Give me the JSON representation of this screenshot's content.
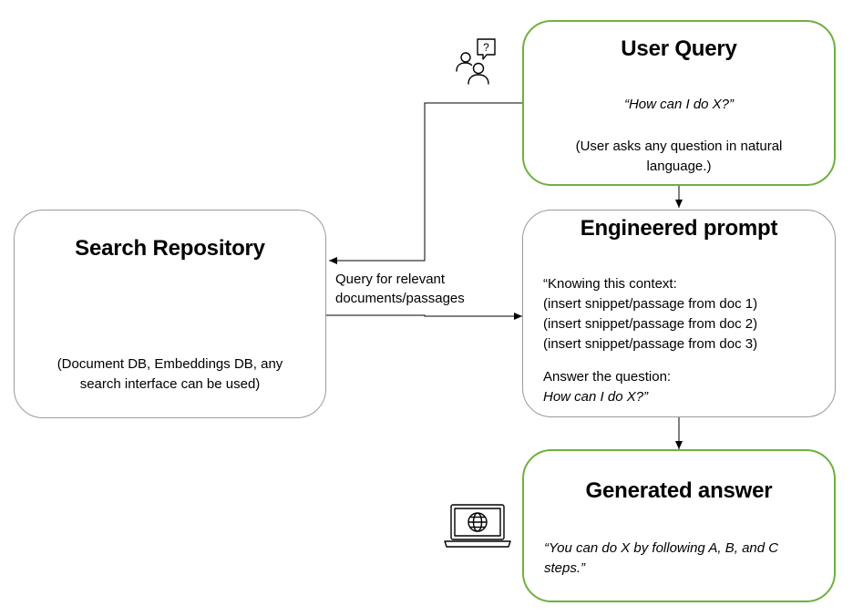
{
  "user_query": {
    "title": "User Query",
    "example": "“How can I do X?”",
    "description_line1": "(User asks any question in natural",
    "description_line2": "language.)"
  },
  "search_repository": {
    "title": "Search Repository",
    "description_line1": "(Document DB, Embeddings DB, any",
    "description_line2": "search interface can be used)"
  },
  "engineered_prompt": {
    "title": "Engineered prompt",
    "line1": "“Knowing this context:",
    "line2": "(insert snippet/passage from doc 1)",
    "line3": "(insert snippet/passage from doc 2)",
    "line4": "(insert snippet/passage from doc 3)",
    "line5": "Answer the question:",
    "line6": "How can I do X?”"
  },
  "generated_answer": {
    "title": "Generated answer",
    "line1": "“You can do X by following A, B, and C",
    "line2": "steps.”"
  },
  "edge_label": {
    "line1": "Query for relevant",
    "line2": "documents/passages"
  },
  "icons": {
    "user_icon": "users-question-icon",
    "laptop_icon": "laptop-globe-icon"
  },
  "colors": {
    "green_border": "#6fb03e",
    "gray_border": "#9a9a9a",
    "connector": "#000000"
  }
}
